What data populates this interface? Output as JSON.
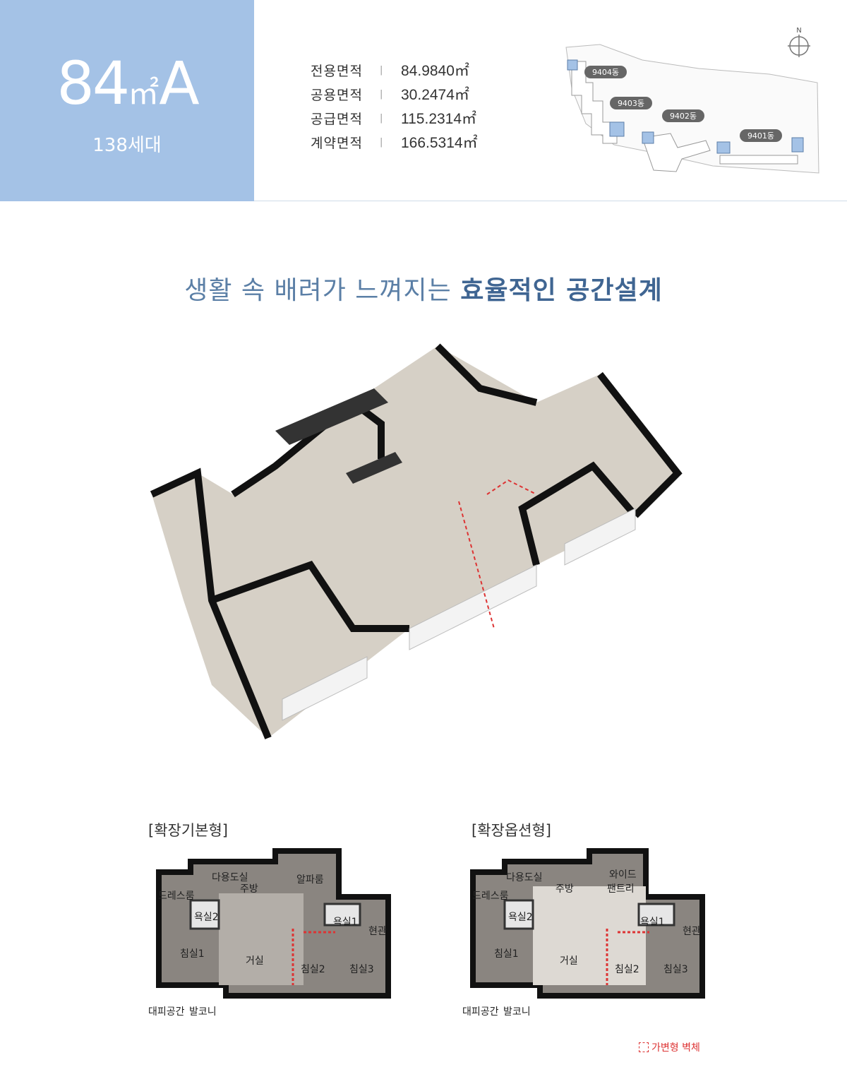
{
  "unit_type": {
    "main": "84",
    "unit": "㎡",
    "suffix": "A",
    "households": "138세대"
  },
  "areas": [
    {
      "label": "전용면적",
      "sep": "|",
      "value": "84.9840㎡"
    },
    {
      "label": "공용면적",
      "sep": "|",
      "value": "30.2474㎡"
    },
    {
      "label": "공급면적",
      "sep": "|",
      "value": "115.2314㎡"
    },
    {
      "label": "계약면적",
      "sep": "|",
      "value": "166.5314㎡"
    }
  ],
  "site_map": {
    "north": "N",
    "buildings": [
      "9404동",
      "9403동",
      "9402동",
      "9401동"
    ],
    "highlight_color": "#a4c2e6"
  },
  "headline": {
    "normal": "생활 속 배려가 느껴지는 ",
    "bold": "효율적인 공간설계"
  },
  "plans": [
    {
      "title": "[확장기본형]",
      "rooms": [
        "다용도실",
        "주방",
        "알파룸",
        "드레스룸",
        "욕실2",
        "욕실1",
        "현관",
        "침실1",
        "거실",
        "침실2",
        "침실3",
        "대피공간",
        "발코니"
      ]
    },
    {
      "title": "[확장옵션형]",
      "rooms": [
        "다용도실",
        "주방",
        "와이드",
        "팬트리",
        "드레스룸",
        "욕실2",
        "욕실1",
        "현관",
        "침실1",
        "거실",
        "침실2",
        "침실3",
        "대피공간",
        "발코니"
      ]
    }
  ],
  "legend": {
    "label": "가변형 벽체",
    "color": "#dd3333"
  },
  "colors": {
    "accent": "#a4c2e6",
    "headline": "#5b7fa6",
    "wall": "#1a1a1a",
    "floor": "#cfc9c0"
  }
}
